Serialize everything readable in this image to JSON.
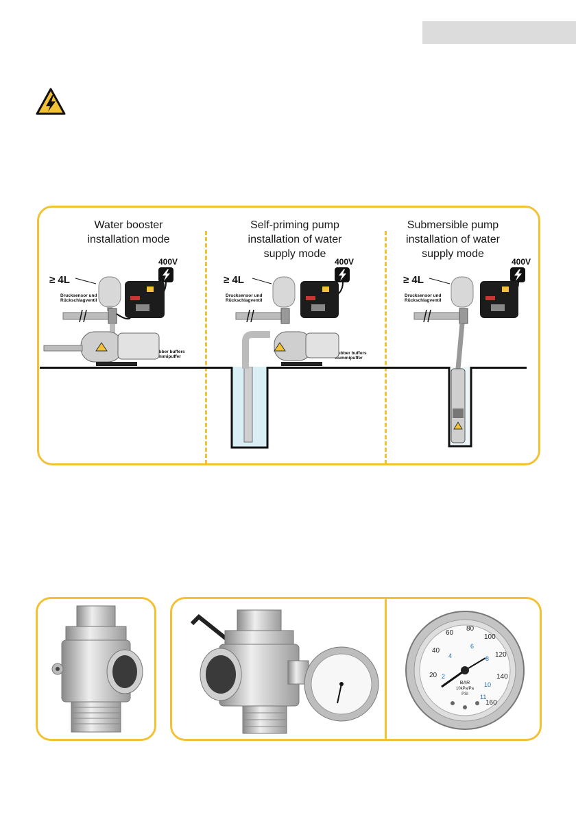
{
  "header": {
    "tab": ""
  },
  "warning": {
    "icon": "high-voltage-warning-icon",
    "color": "#f3c234"
  },
  "diagram": {
    "accent": "#f3c234",
    "modes": [
      {
        "title": "Water booster installation mode",
        "volume": "≥ 4L",
        "voltage": "400V",
        "sensor_label": "Drucksensor und Rückschlagventil",
        "buffer_label": "Rubber buffers Gummipuffer"
      },
      {
        "title": "Self-priming pump installation of water supply mode",
        "volume": "≥ 4L",
        "voltage": "400V",
        "sensor_label": "Drucksensor und Rückschlagventil",
        "buffer_label": "Rubber buffers Gummipuffer"
      },
      {
        "title": "Submersible pump installation of water supply mode",
        "volume": "≥ 4L",
        "voltage": "400V",
        "sensor_label": "Drucksensor und Rückschlagventil"
      }
    ]
  },
  "photos": {
    "gauge_unit_top": "BAR",
    "gauge_unit_mid": "10kPa/Pa",
    "gauge_unit_bottom": "PSI",
    "gauge_ticks_outer": [
      "20",
      "40",
      "60",
      "80",
      "100",
      "120",
      "140",
      "160"
    ],
    "gauge_ticks_inner": [
      "2",
      "4",
      "6",
      "8",
      "10",
      "11"
    ]
  }
}
